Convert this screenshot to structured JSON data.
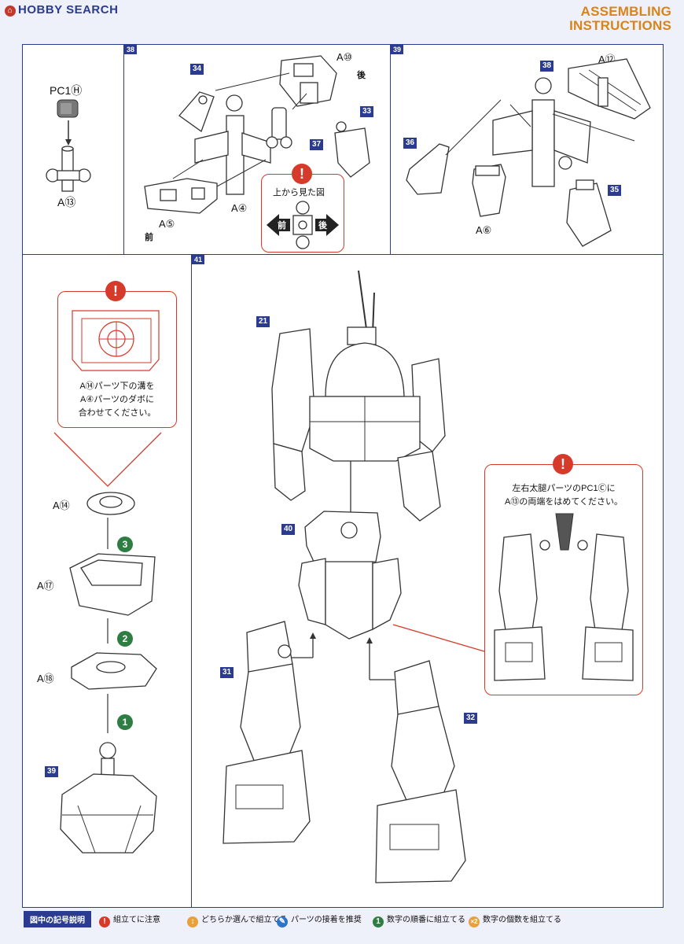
{
  "header": {
    "logo": "HOBBY SEARCH",
    "title_line1": "ASSEMBLING",
    "title_line2": "INSTRUCTIONS"
  },
  "pre_step": {
    "top_part": "PC1Ⓗ",
    "bottom_part": "A⑬"
  },
  "step38": {
    "number": "38",
    "parts": [
      "34",
      "33",
      "37"
    ],
    "labels": {
      "a10": "A⑩",
      "a4": "A④",
      "a5": "A⑤",
      "back": "後",
      "front": "前"
    },
    "note_title": "上から見た図",
    "note_front": "前",
    "note_back": "後"
  },
  "step39": {
    "number": "39",
    "parts": [
      "38",
      "36",
      "35"
    ],
    "labels": {
      "a12": "A⑫",
      "a6": "A⑥"
    }
  },
  "step40_note": {
    "lines": [
      "A⑭パーツ下の溝を",
      "A④パーツのダボに",
      "合わせてください。"
    ]
  },
  "step40": {
    "labels": {
      "a14": "A⑭",
      "a17": "A⑰",
      "a18": "A⑱"
    },
    "order": [
      "3",
      "2",
      "1"
    ],
    "base_part": "39"
  },
  "step41": {
    "number": "41",
    "parts": {
      "top": "21",
      "waist": "40",
      "left_leg": "31",
      "right_leg": "32"
    },
    "note_lines": [
      "左右太腿パーツのPC1Ⓒに",
      "A⑬の両端をはめてください。"
    ]
  },
  "legend": {
    "head": "図中の記号説明",
    "items": [
      {
        "icon": "!",
        "color": "#d63a2a",
        "text": "組立てに注意"
      },
      {
        "icon": "↕",
        "color": "#e8a13a",
        "text": "どちらか選んで組立てる"
      },
      {
        "icon": "✎",
        "color": "#2b74c9",
        "text": "パーツの接着を推奨"
      },
      {
        "icon": "1",
        "color": "#2e7d42",
        "text": "数字の順番に組立てる"
      },
      {
        "icon": "×2",
        "color": "#e8a13a",
        "text": "数字の個数を組立てる"
      }
    ]
  }
}
